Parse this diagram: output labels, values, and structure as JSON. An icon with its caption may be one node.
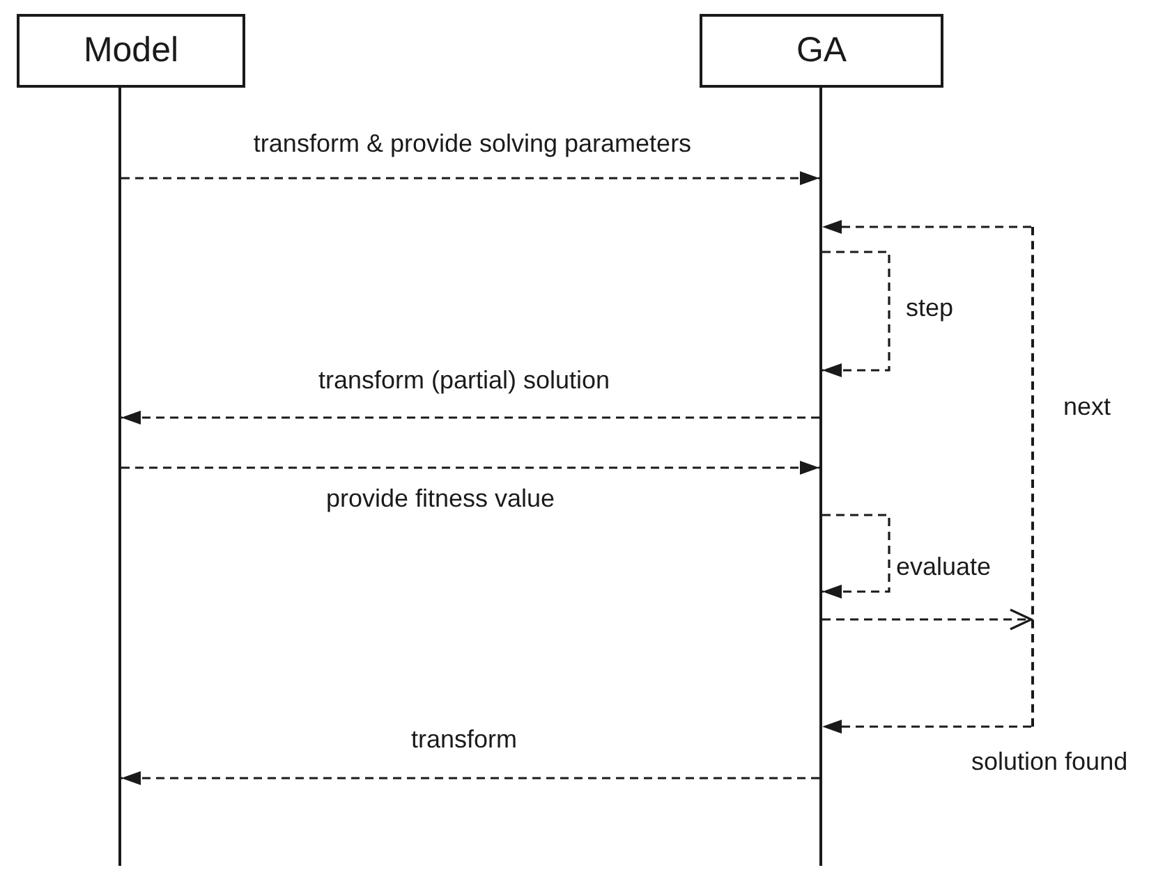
{
  "diagram": {
    "nodes": [
      {
        "text": [
          "Model"
        ]
      },
      {
        "text": [
          "GA"
        ]
      },
      {
        "text": [],
        "shape": "bar"
      },
      {
        "text": [],
        "shape": "bar"
      },
      {
        "text": [],
        "shape": "line",
        "beside": [
          "next"
        ]
      }
    ],
    "edges": [
      {
        "from": 2,
        "to": 3,
        "arrow": "to",
        "label": "transform & provide solving parameters",
        "style": "dashed"
      },
      {
        "from": 3,
        "to": 3,
        "arrow": "to",
        "label": "step",
        "style": "dashed"
      },
      {
        "from": 3,
        "to": 2,
        "arrow": "to",
        "label": "transform (partial) solution",
        "style": "dashed"
      },
      {
        "from": 2,
        "to": 3,
        "arrow": "to",
        "label": "provide fitness value",
        "style": "dashed"
      },
      {
        "from": 3,
        "to": 3,
        "arrow": "to",
        "label": "evaluate",
        "style": "dashed"
      },
      {
        "from": 3,
        "to": 4,
        "arrow": "to",
        "style": "dashed"
      },
      {
        "from": 4,
        "to": 3,
        "arrow": "to",
        "style": "dashed"
      },
      {
        "from": 4,
        "to": 3,
        "arrow": "to",
        "label": "solution found",
        "style": "dashed"
      },
      {
        "from": 3,
        "to": 2,
        "arrow": "to",
        "label": "transform",
        "style": "dashed"
      }
    ]
  }
}
